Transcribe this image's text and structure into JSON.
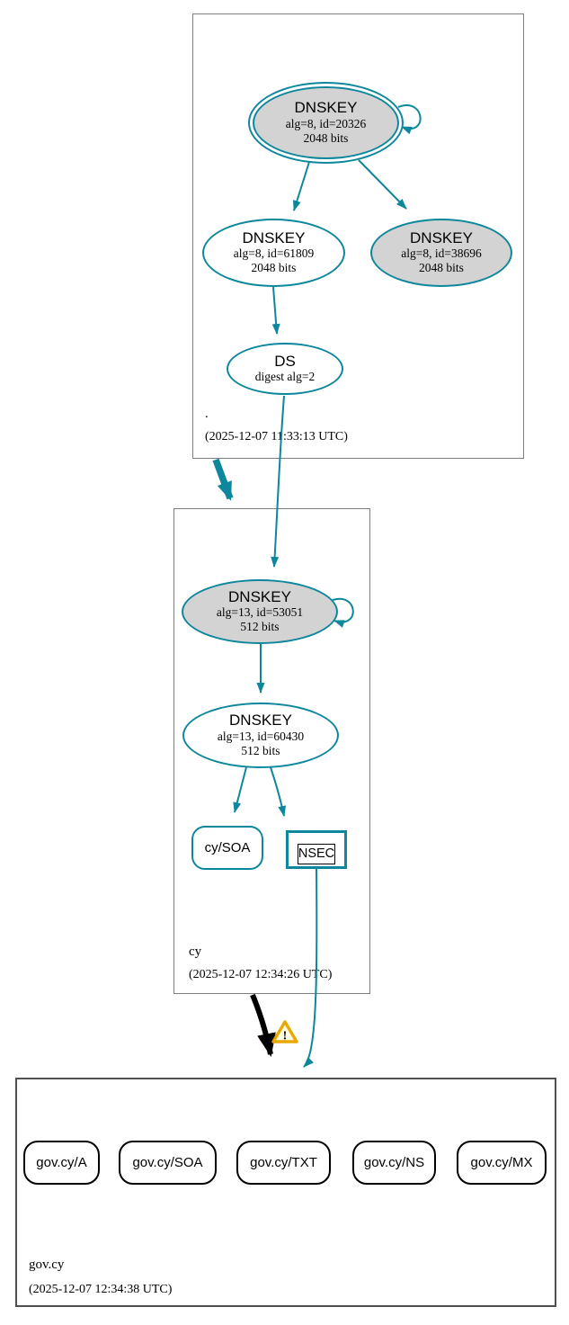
{
  "diagram": {
    "kind": "dnssec-authentication-chain",
    "zones": {
      "root": {
        "name": ".",
        "timestamp": "(2025-12-07 11:33:13 UTC)"
      },
      "cy": {
        "name": "cy",
        "timestamp": "(2025-12-07 12:34:26 UTC)"
      },
      "govcy": {
        "name": "gov.cy",
        "timestamp": "(2025-12-07 12:34:38 UTC)"
      }
    },
    "nodes": {
      "root_ksk": {
        "title": "DNSKEY",
        "detail1": "alg=8, id=20326",
        "detail2": "2048 bits"
      },
      "root_zsk": {
        "title": "DNSKEY",
        "detail1": "alg=8, id=61809",
        "detail2": "2048 bits"
      },
      "root_ksk2": {
        "title": "DNSKEY",
        "detail1": "alg=8, id=38696",
        "detail2": "2048 bits"
      },
      "root_ds": {
        "title": "DS",
        "detail1": "digest alg=2"
      },
      "cy_ksk": {
        "title": "DNSKEY",
        "detail1": "alg=13, id=53051",
        "detail2": "512 bits"
      },
      "cy_zsk": {
        "title": "DNSKEY",
        "detail1": "alg=13, id=60430",
        "detail2": "512 bits"
      },
      "cy_soa": {
        "label": "cy/SOA"
      },
      "cy_nsec": {
        "label": "NSEC"
      },
      "govcy_rrsets": [
        {
          "label": "gov.cy/A"
        },
        {
          "label": "gov.cy/SOA"
        },
        {
          "label": "gov.cy/TXT"
        },
        {
          "label": "gov.cy/NS"
        },
        {
          "label": "gov.cy/MX"
        }
      ]
    },
    "icons": {
      "warning": "!"
    },
    "colors": {
      "secure_teal": "#0d879c",
      "bogus_black": "#000000",
      "node_gray_fill": "#d3d3d3",
      "zone_border_gray": "#7d7d7d",
      "warning_border": "#e9a800",
      "warning_fill": "#fffce4"
    }
  }
}
